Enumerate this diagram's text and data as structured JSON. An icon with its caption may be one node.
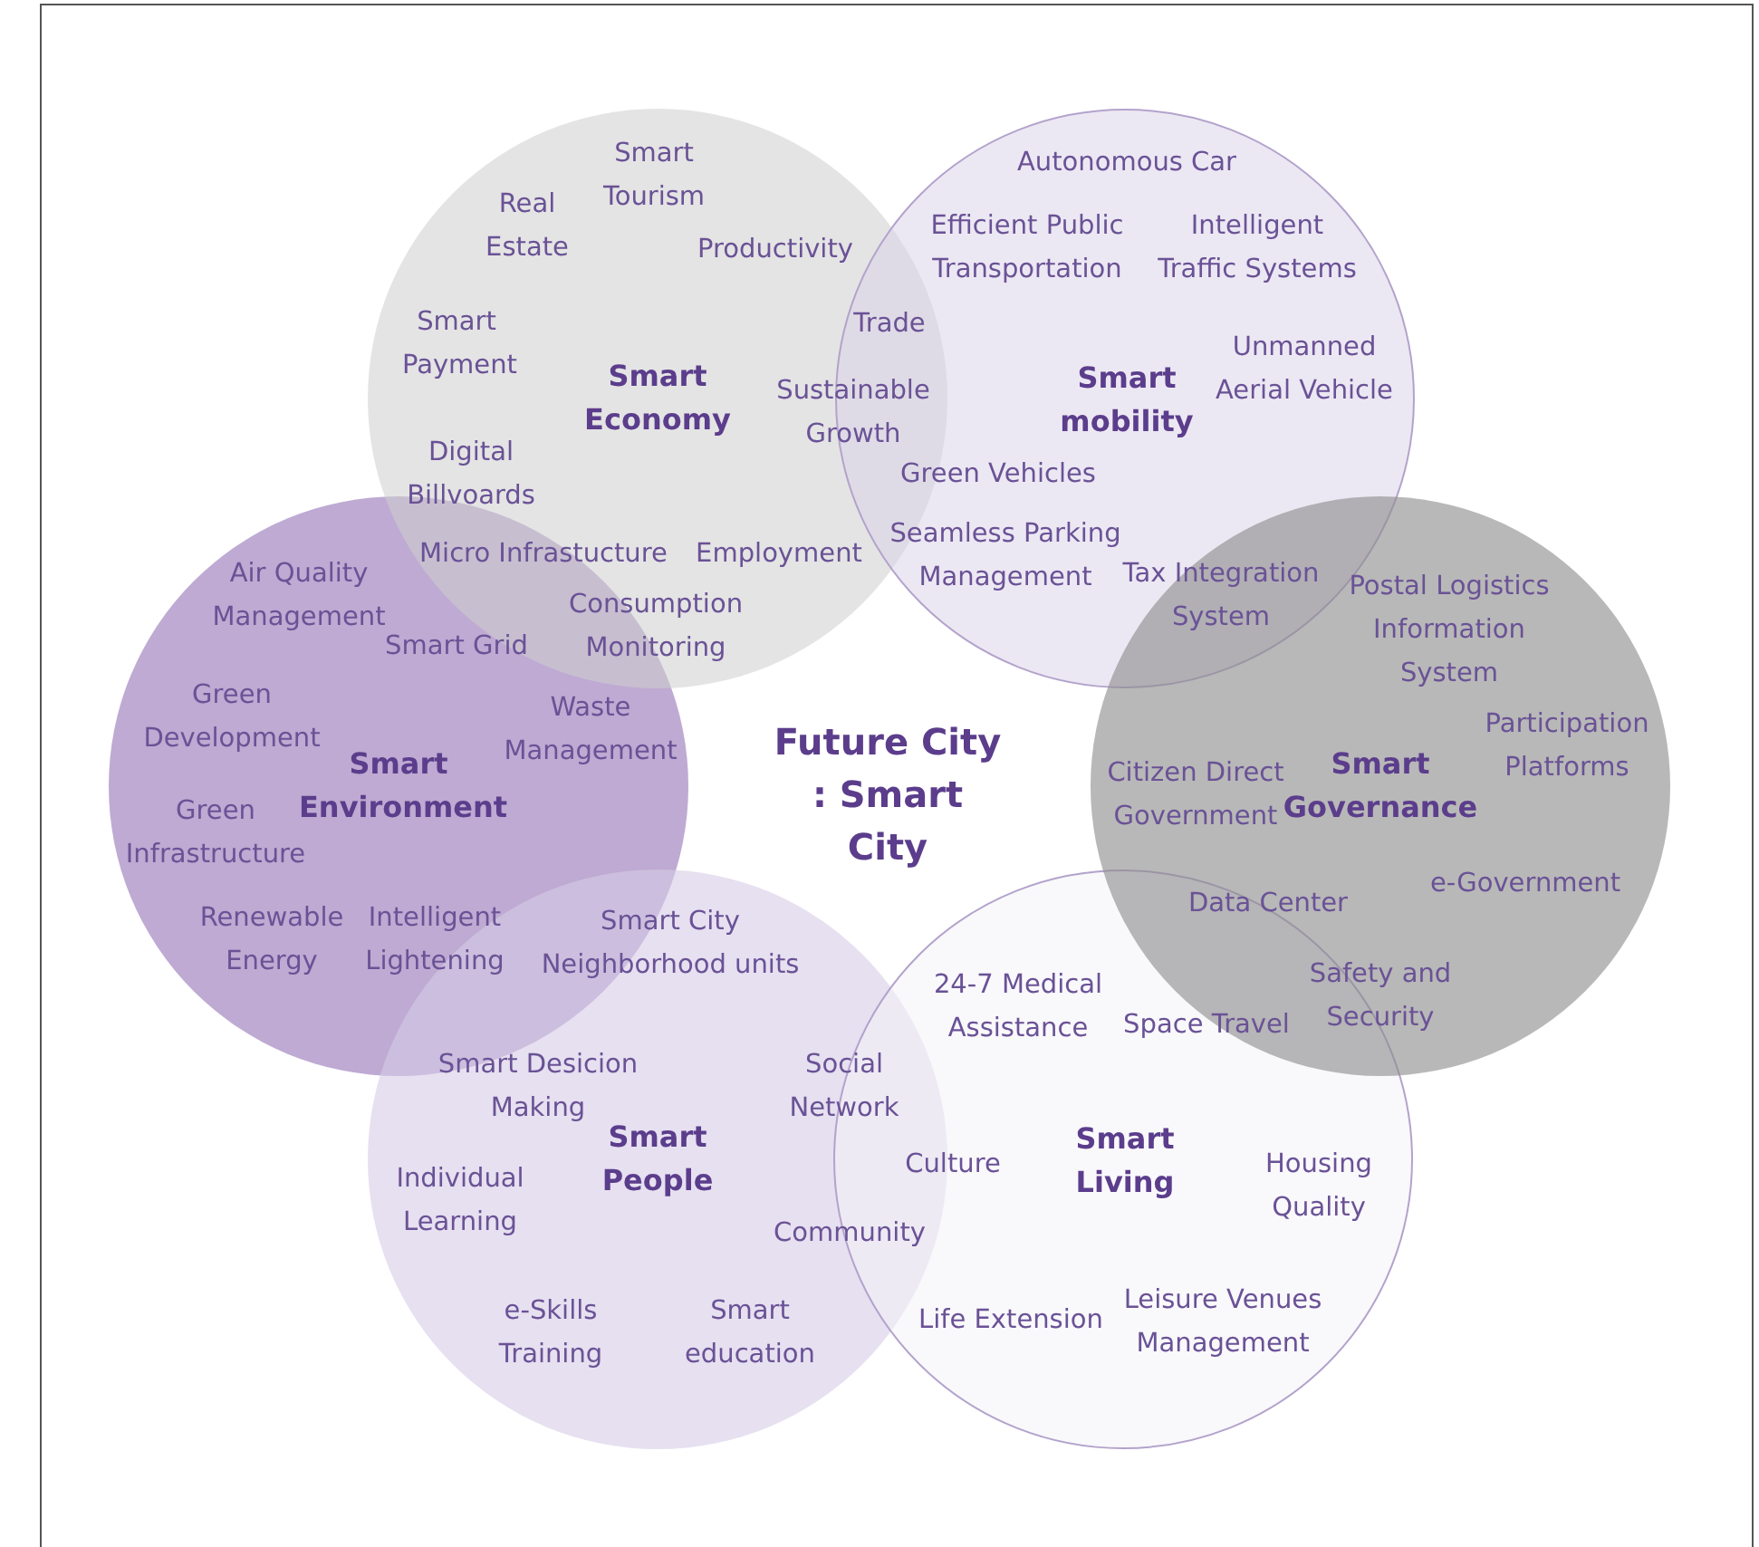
{
  "diagram": {
    "title": "Future City : Smart City",
    "nodes": [
      {
        "text": [
          "Smart Economy"
        ]
      },
      {
        "text": [
          "Smart mobility"
        ]
      },
      {
        "text": [
          "Smart Environment"
        ]
      },
      {
        "text": [
          "Smart Governance"
        ]
      },
      {
        "text": [
          "Smart People"
        ]
      },
      {
        "text": [
          "Smart Living"
        ]
      }
    ],
    "edges": [],
    "labels": [
      "Smart Tourism",
      "Real Estate",
      "Productivity",
      "Autonomous Car",
      "Efficient Public Transportation",
      "Intelligent Traffic Systems",
      "Smart Payment",
      "Trade",
      "Sustainable Growth",
      "Unmanned Aerial Vehicle",
      "Digital Billvoards",
      "Green Vehicles",
      "Micro Infrastucture",
      "Employment",
      "Seamless Parking Management",
      "Air Quality Management",
      "Tax Integration System",
      "Postal Logistics Information System",
      "Consumption Monitoring",
      "Smart Grid",
      "Green Development",
      "Waste Management",
      "Participation Platforms",
      "Green Infrastructure",
      "Citizen Direct Government",
      "Renewable Energy",
      "Intelligent Lightening",
      "Smart City Neighborhood units",
      "e-Government",
      "Data Center",
      "24-7 Medical Assistance",
      "Space Travel",
      "Safety and Security",
      "Smart Desicion Making",
      "Social Network",
      "Individual Learning",
      "Culture",
      "Housing Quality",
      "Community",
      "e-Skills Training",
      "Smart education",
      "Life Extension",
      "Leisure Venues Management"
    ]
  }
}
